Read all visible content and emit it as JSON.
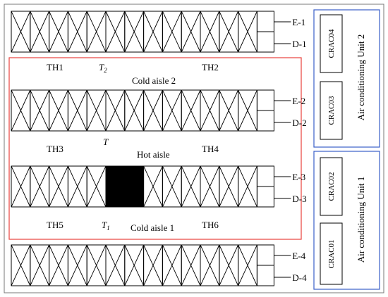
{
  "rows": [
    {
      "id": "row-1",
      "cabinets": 13,
      "filled": [],
      "e_label": "E-1",
      "d_label": "D-1"
    },
    {
      "id": "row-2",
      "cabinets": 13,
      "filled": [],
      "e_label": "E-2",
      "d_label": "D-2"
    },
    {
      "id": "row-3",
      "cabinets": 13,
      "filled": [
        5,
        6
      ],
      "e_label": "E-3",
      "d_label": "D-3"
    },
    {
      "id": "row-4",
      "cabinets": 13,
      "filled": [],
      "e_label": "E-4",
      "d_label": "D-4"
    }
  ],
  "sensors": {
    "th1": "TH1",
    "t2": "T",
    "t2_sub": "2",
    "th2": "TH2",
    "th3": "TH3",
    "t": "T",
    "th4": "TH4",
    "th5": "TH5",
    "t1": "T",
    "t1_sub": "1",
    "th6": "TH6"
  },
  "aisles": {
    "cold2": "Cold aisle 2",
    "hot": "Hot aisle",
    "cold1": "Cold aisle 1"
  },
  "units": [
    {
      "id": "unit-2",
      "label": "Air conditioning Unit 2",
      "cracs": [
        "CRAC04",
        "CRAC03"
      ]
    },
    {
      "id": "unit-1",
      "label": "Air conditioning Unit 1",
      "cracs": [
        "CRAC02",
        "CRAC01"
      ]
    }
  ],
  "colors": {
    "outline": "#000000",
    "cold_region": "#e8413c",
    "unit_border": "#3a5fc8",
    "filled_cabinet": "#000000",
    "frame": "#7a7a7a"
  }
}
